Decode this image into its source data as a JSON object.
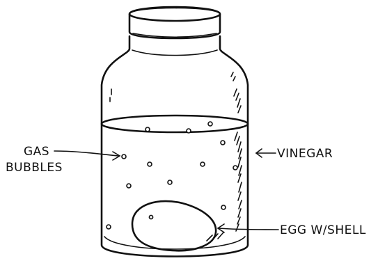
{
  "labels": {
    "gas_line1": "GAS",
    "gas_line2": "BUBBLES",
    "vinegar": "VINEGAR",
    "egg": "EGG W/SHELL"
  }
}
